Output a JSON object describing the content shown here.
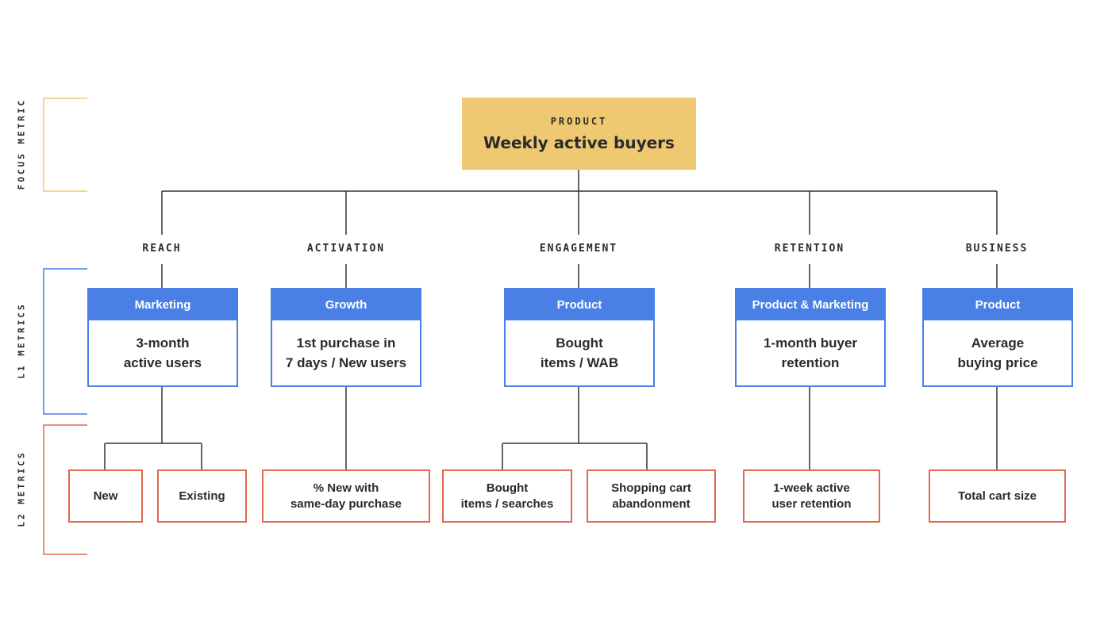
{
  "levels": {
    "focus": "FOCUS METRIC",
    "l1": "L1 METRICS",
    "l2": "L2 METRICS"
  },
  "focus": {
    "kicker": "PRODUCT",
    "title": "Weekly active buyers"
  },
  "categories": [
    "REACH",
    "ACTIVATION",
    "ENGAGEMENT",
    "RETENTION",
    "BUSINESS"
  ],
  "l1_metrics": [
    {
      "owner": "Marketing",
      "metric": "3-month\nactive users"
    },
    {
      "owner": "Growth",
      "metric": "1st purchase in\n7 days / New users"
    },
    {
      "owner": "Product",
      "metric": "Bought\nitems / WAB"
    },
    {
      "owner": "Product & Marketing",
      "metric": "1-month buyer\nretention"
    },
    {
      "owner": "Product",
      "metric": "Average\nbuying price"
    }
  ],
  "l2_metrics": [
    "New",
    "Existing",
    "% New with\nsame-day purchase",
    "Bought\nitems / searches",
    "Shopping cart\nabandonment",
    "1-week active\nuser retention",
    "Total cart size"
  ],
  "colors": {
    "focus_fill": "#efc872",
    "focus_bracket": "#f0c96e",
    "l1_blue": "#4a7fe6",
    "l2_red": "#e2694f",
    "connector": "#333333"
  }
}
